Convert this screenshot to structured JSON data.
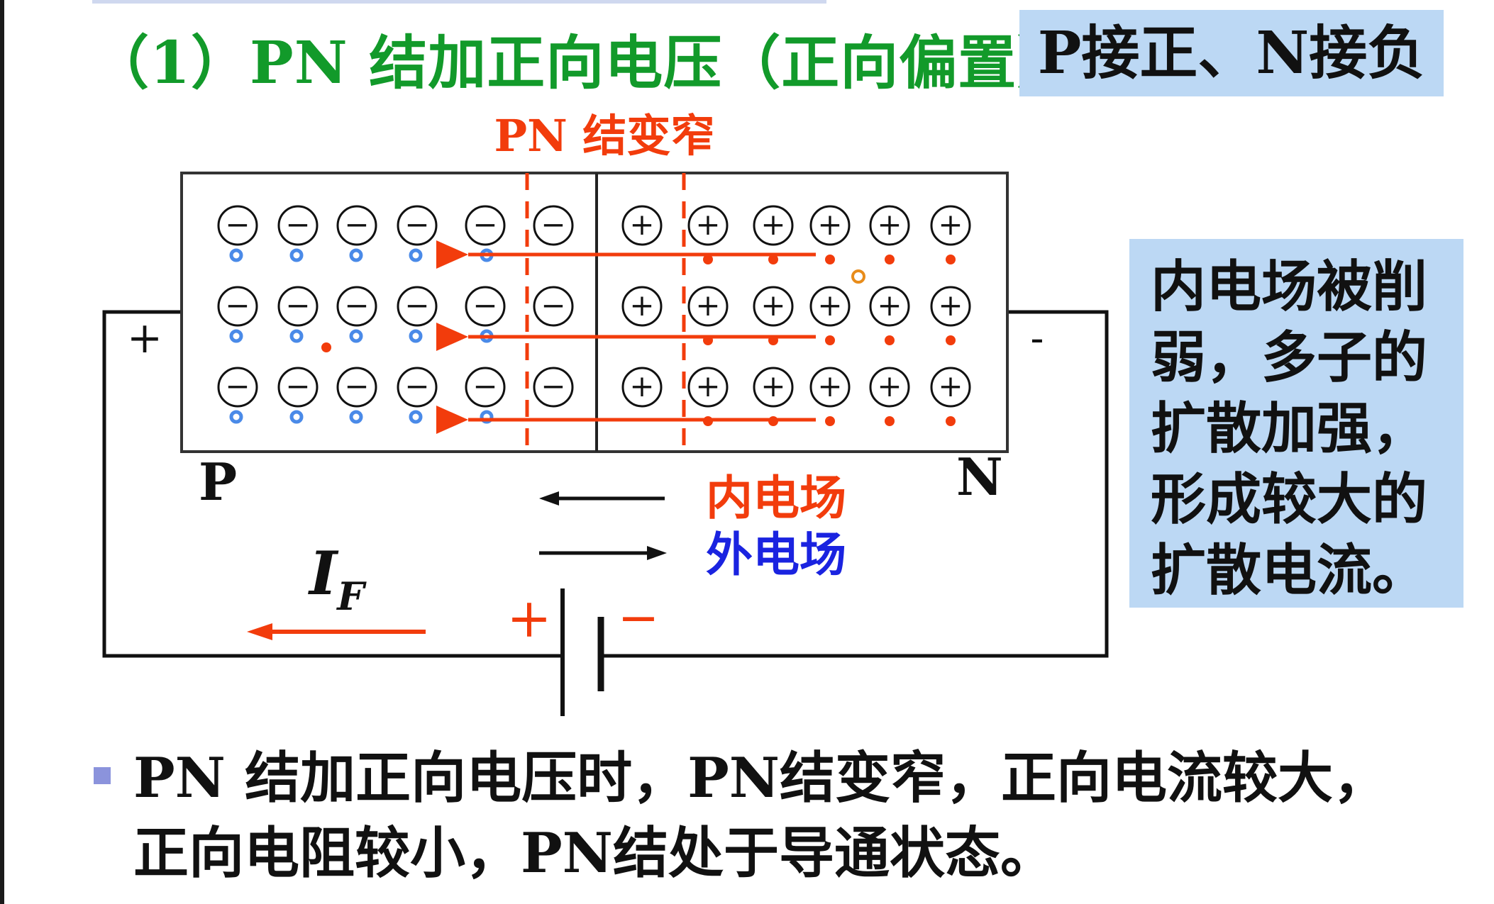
{
  "title": "（1）PN 结加正向电压（正向偏置）",
  "badge": "P接正、N接负",
  "diagram": {
    "junction_label": "PN 结变窄",
    "p_label": "P",
    "n_label": "N",
    "plus_terminal": "+",
    "minus_terminal": "-",
    "inner_field_label": "内电场",
    "outer_field_label": "外电场",
    "current_label_main": "I",
    "current_label_sub": "F",
    "battery_plus": "+",
    "battery_minus": "−",
    "neg_ion_symbol": "−",
    "pos_ion_symbol": "+",
    "colors": {
      "red": "#f23c0c",
      "blue": "#1a23e0",
      "hole_blue": "#4a8ae8",
      "black": "#111111",
      "orange_hole": "#e88c1a"
    }
  },
  "sidebox": {
    "lines": [
      "内电场被削",
      "弱，多子的",
      "扩散加强，",
      "形成较大的",
      "扩散电流。"
    ]
  },
  "bullet": {
    "line1": "PN 结加正向电压时，PN结变窄，正向电流较大，",
    "line2": "正向电阻较小，PN结处于导通状态。"
  }
}
